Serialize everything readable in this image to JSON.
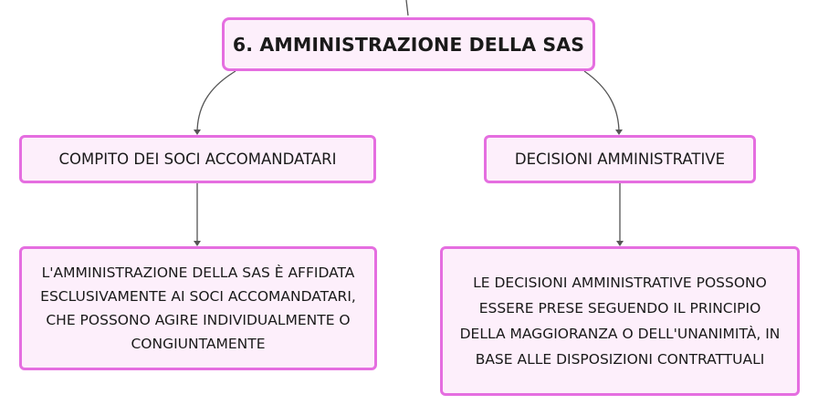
{
  "root": {
    "label": "6. AMMINISTRAZIONE DELLA SAS"
  },
  "branches": [
    {
      "label": "COMPITO DEI SOCI ACCOMANDATARI",
      "detail_lines": [
        "L'AMMINISTRAZIONE DELLA SAS È AFFIDATA",
        "ESCLUSIVAMENTE AI SOCI ACCOMANDATARI,",
        "CHE POSSONO AGIRE INDIVIDUALMENTE O",
        "CONGIUNTAMENTE"
      ]
    },
    {
      "label": "DECISIONI AMMINISTRATIVE",
      "detail_lines": [
        "LE DECISIONI AMMINISTRATIVE POSSONO",
        "ESSERE PRESE SEGUENDO IL PRINCIPIO",
        "DELLA MAGGIORANZA O DELL'UNANIMITÀ, IN",
        "BASE ALLE DISPOSIZIONI CONTRATTUALI"
      ]
    }
  ],
  "colors": {
    "node_border": "#e56ee0",
    "node_fill": "#fdeffb",
    "connector": "#555555"
  }
}
